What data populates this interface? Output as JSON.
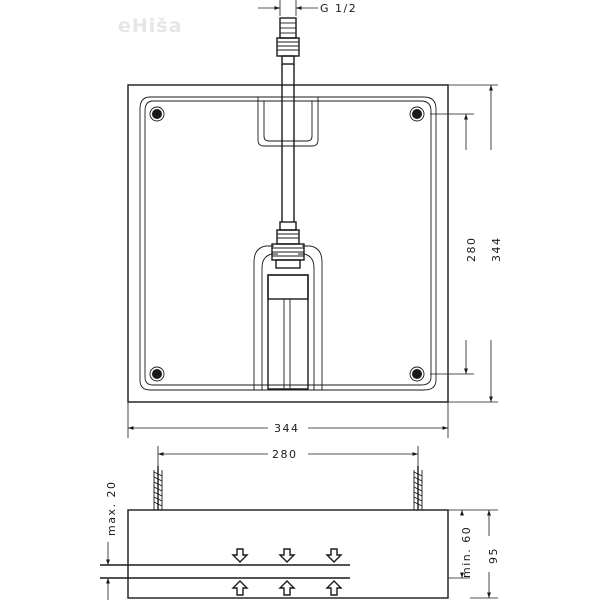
{
  "watermark": "eHiša",
  "labels": {
    "thread": "G 1/2",
    "plan_width": "344",
    "plan_height": "344",
    "plan_hole_spacing_v": "280",
    "front_hole_spacing": "280",
    "max_depth": "max. 20",
    "min_depth": "min. 60",
    "total_height": "95"
  },
  "colors": {
    "line": "#1a1a1a",
    "watermark": "#e6e6e6"
  }
}
